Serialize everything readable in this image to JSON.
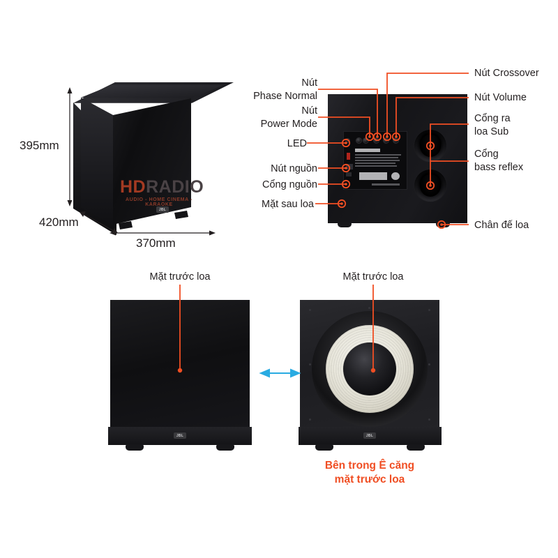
{
  "diagram": {
    "title": "JBL Stage A100P Subwoofer annotated diagram",
    "accent_color": "#f04e23",
    "arrow_color": "#29abe2",
    "text_color": "#231f20"
  },
  "dimensions": {
    "height": "395mm",
    "depth": "420mm",
    "width": "370mm"
  },
  "watermark": {
    "hd": "HD",
    "radio": "RADIO",
    "tagline": "AUDIO - HOME CINEMA - KARAOKE"
  },
  "brand": {
    "logo": "JBL"
  },
  "callouts_left": [
    {
      "id": "phase-normal",
      "label": "Nút\nPhase Normal"
    },
    {
      "id": "power-mode",
      "label": "Nút\nPower Mode"
    },
    {
      "id": "led",
      "label": "LED"
    },
    {
      "id": "power-button",
      "label": "Nút nguồn"
    },
    {
      "id": "power-port",
      "label": "Cổng nguồn"
    },
    {
      "id": "rear-panel",
      "label": "Mặt sau loa"
    }
  ],
  "callouts_right": [
    {
      "id": "crossover",
      "label": "Nút Crossover"
    },
    {
      "id": "volume",
      "label": "Nút Volume"
    },
    {
      "id": "sub-out",
      "label": "Cổng ra\nloa Sub"
    },
    {
      "id": "bass-reflex",
      "label": "Cổng\nbass reflex"
    },
    {
      "id": "foot",
      "label": "Chân đế loa"
    }
  ],
  "bottom": {
    "front_label_left": "Mặt trước loa",
    "front_label_right": "Mặt trước loa",
    "caption": "Bên trong Ê căng\nmặt trước loa"
  }
}
